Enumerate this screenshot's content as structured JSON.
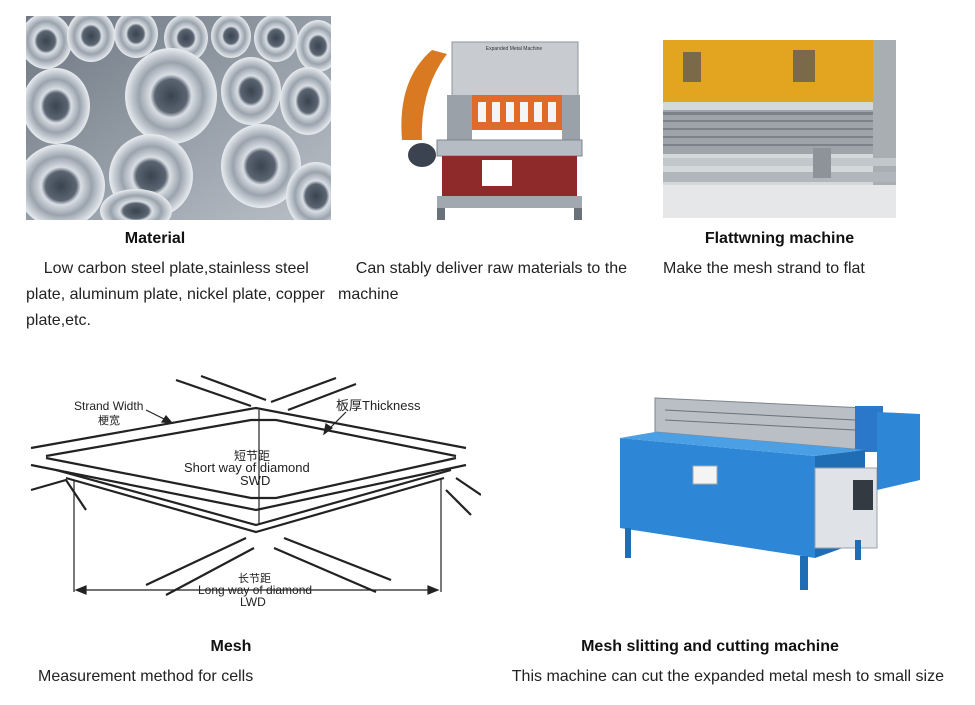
{
  "sections": [
    {
      "title": "Material",
      "description": "    Low carbon steel plate,stainless steel plate, aluminum plate, nickel plate, copper plate,etc."
    },
    {
      "title": "",
      "description": "    Can stably deliver raw materials to the machine",
      "machine_label": "Expanded Metal Machine"
    },
    {
      "title": "Flattwning machine",
      "description": "Make the mesh strand to flat"
    },
    {
      "title": "Mesh",
      "description": "Measurement method for cells",
      "diagram": {
        "strand_width": "Strand Width",
        "strand_width_cn": "梗宽",
        "thickness": "板厚Thickness",
        "swd_cn": "短节距",
        "swd_text": "Short way of diamond",
        "swd_abbr": "SWD",
        "lwd_cn": "长节距",
        "lwd_text": "Long way of diamond",
        "lwd_abbr": "LWD"
      }
    },
    {
      "title": "Mesh slitting and cutting machine",
      "description": "    This machine can cut the expanded metal mesh to small size"
    }
  ]
}
